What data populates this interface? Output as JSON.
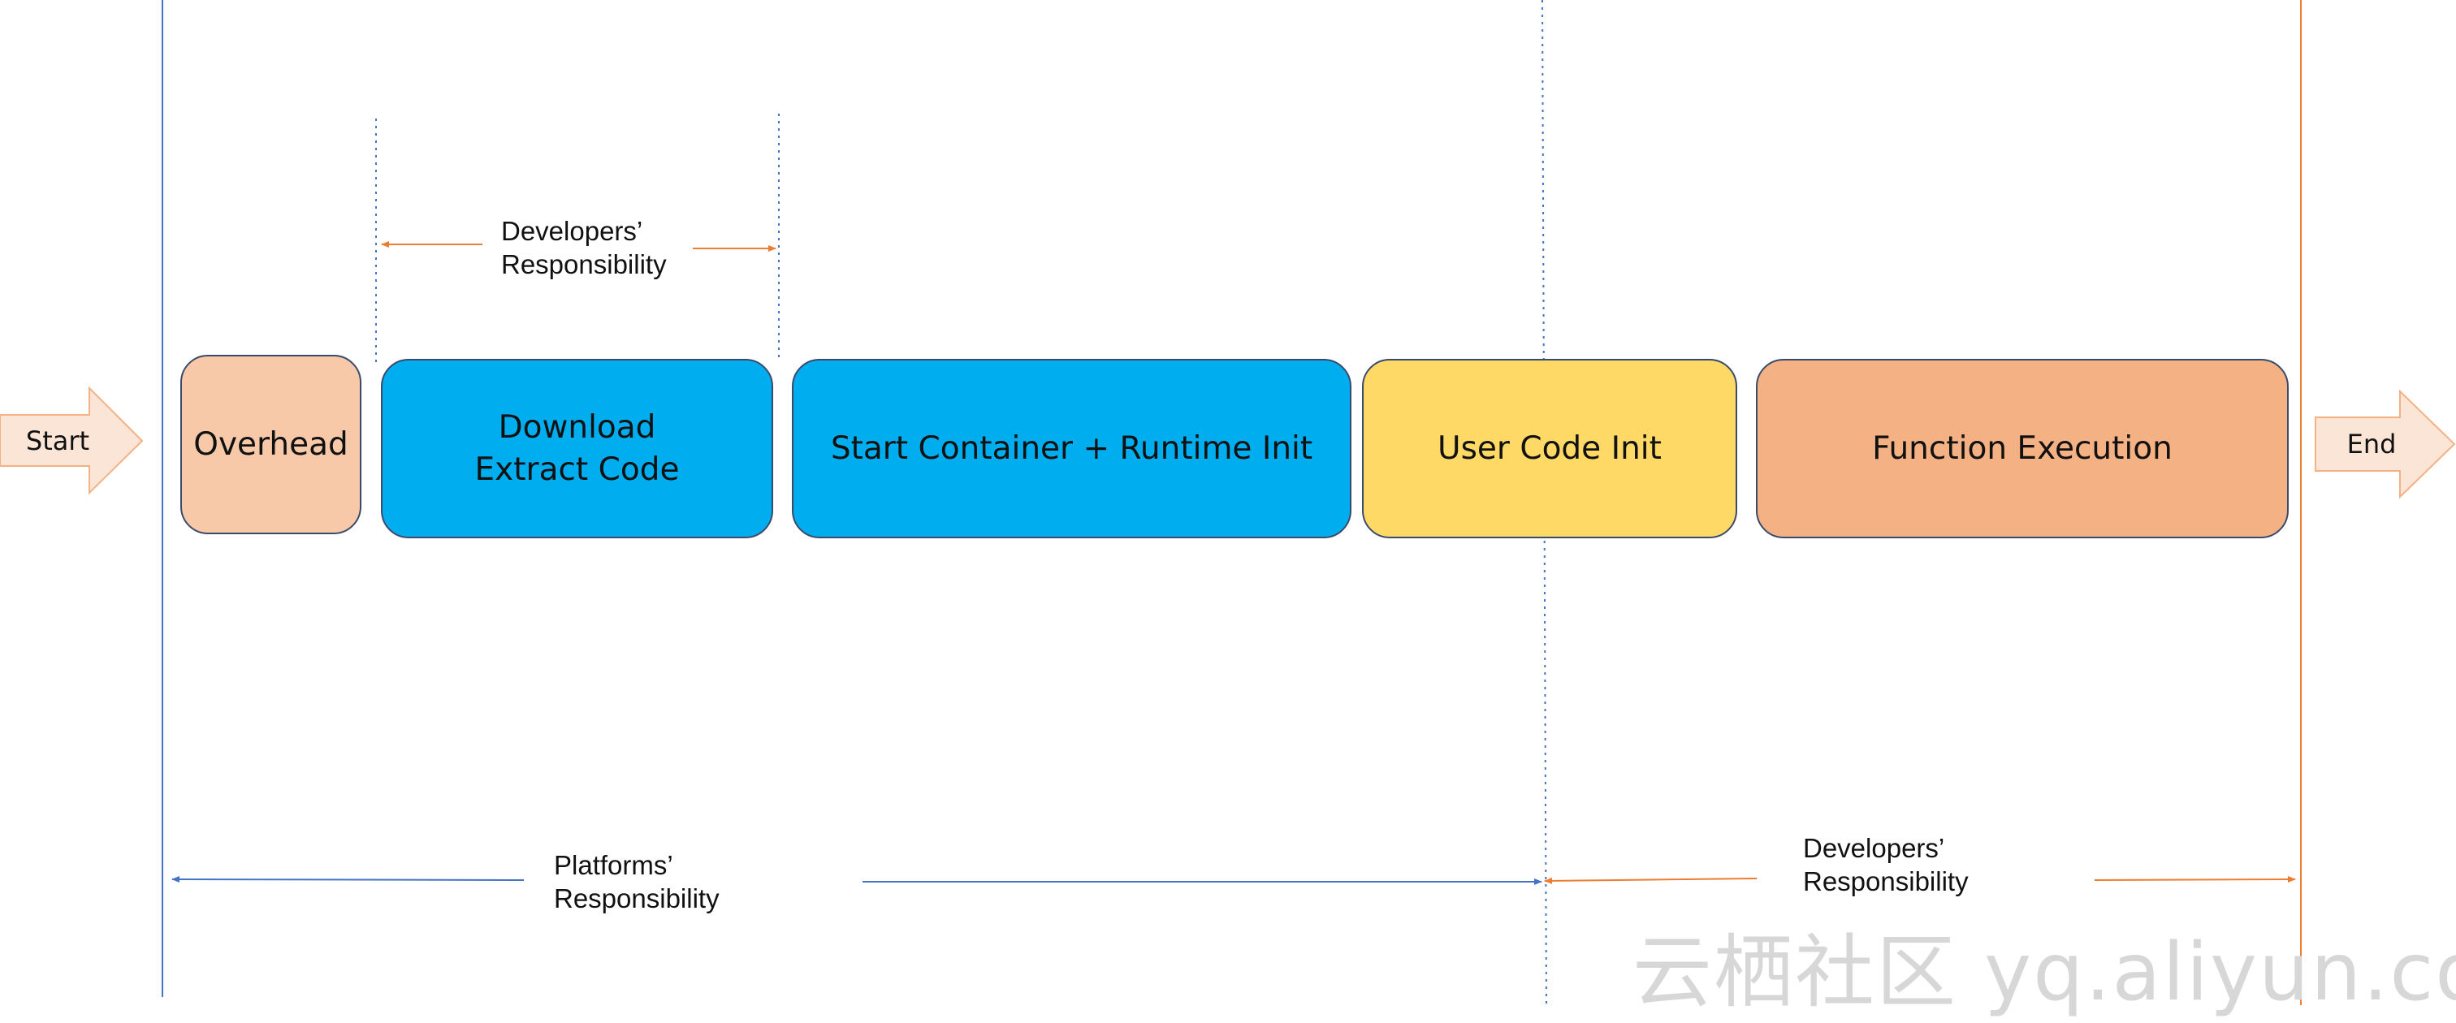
{
  "colors": {
    "overhead": "#f8c9a9",
    "platform_step": "#00aeef",
    "user_code": "#ffd966",
    "function": "#f4b183",
    "start_end_arrow": "#fbe5d6",
    "platform_line": "#4472c4",
    "developer_line": "#ed7d31"
  },
  "start_arrow": {
    "label": "Start",
    "icon": "right-arrow"
  },
  "end_arrow": {
    "label": "End",
    "icon": "right-arrow"
  },
  "steps": {
    "overhead": "Overhead",
    "download": {
      "line1": "Download",
      "line2": "Extract Code"
    },
    "container": "Start Container + Runtime Init",
    "user_code": "User Code Init",
    "function": "Function Execution"
  },
  "top_bracket": {
    "line1": "Developers’",
    "line2": "Responsibility"
  },
  "platform_bracket": {
    "line1": "Platforms’",
    "line2": "Responsibility"
  },
  "developer_bracket": {
    "line1": "Developers’",
    "line2": "Responsibility"
  },
  "watermark": "云栖社区 yq.aliyun.com"
}
